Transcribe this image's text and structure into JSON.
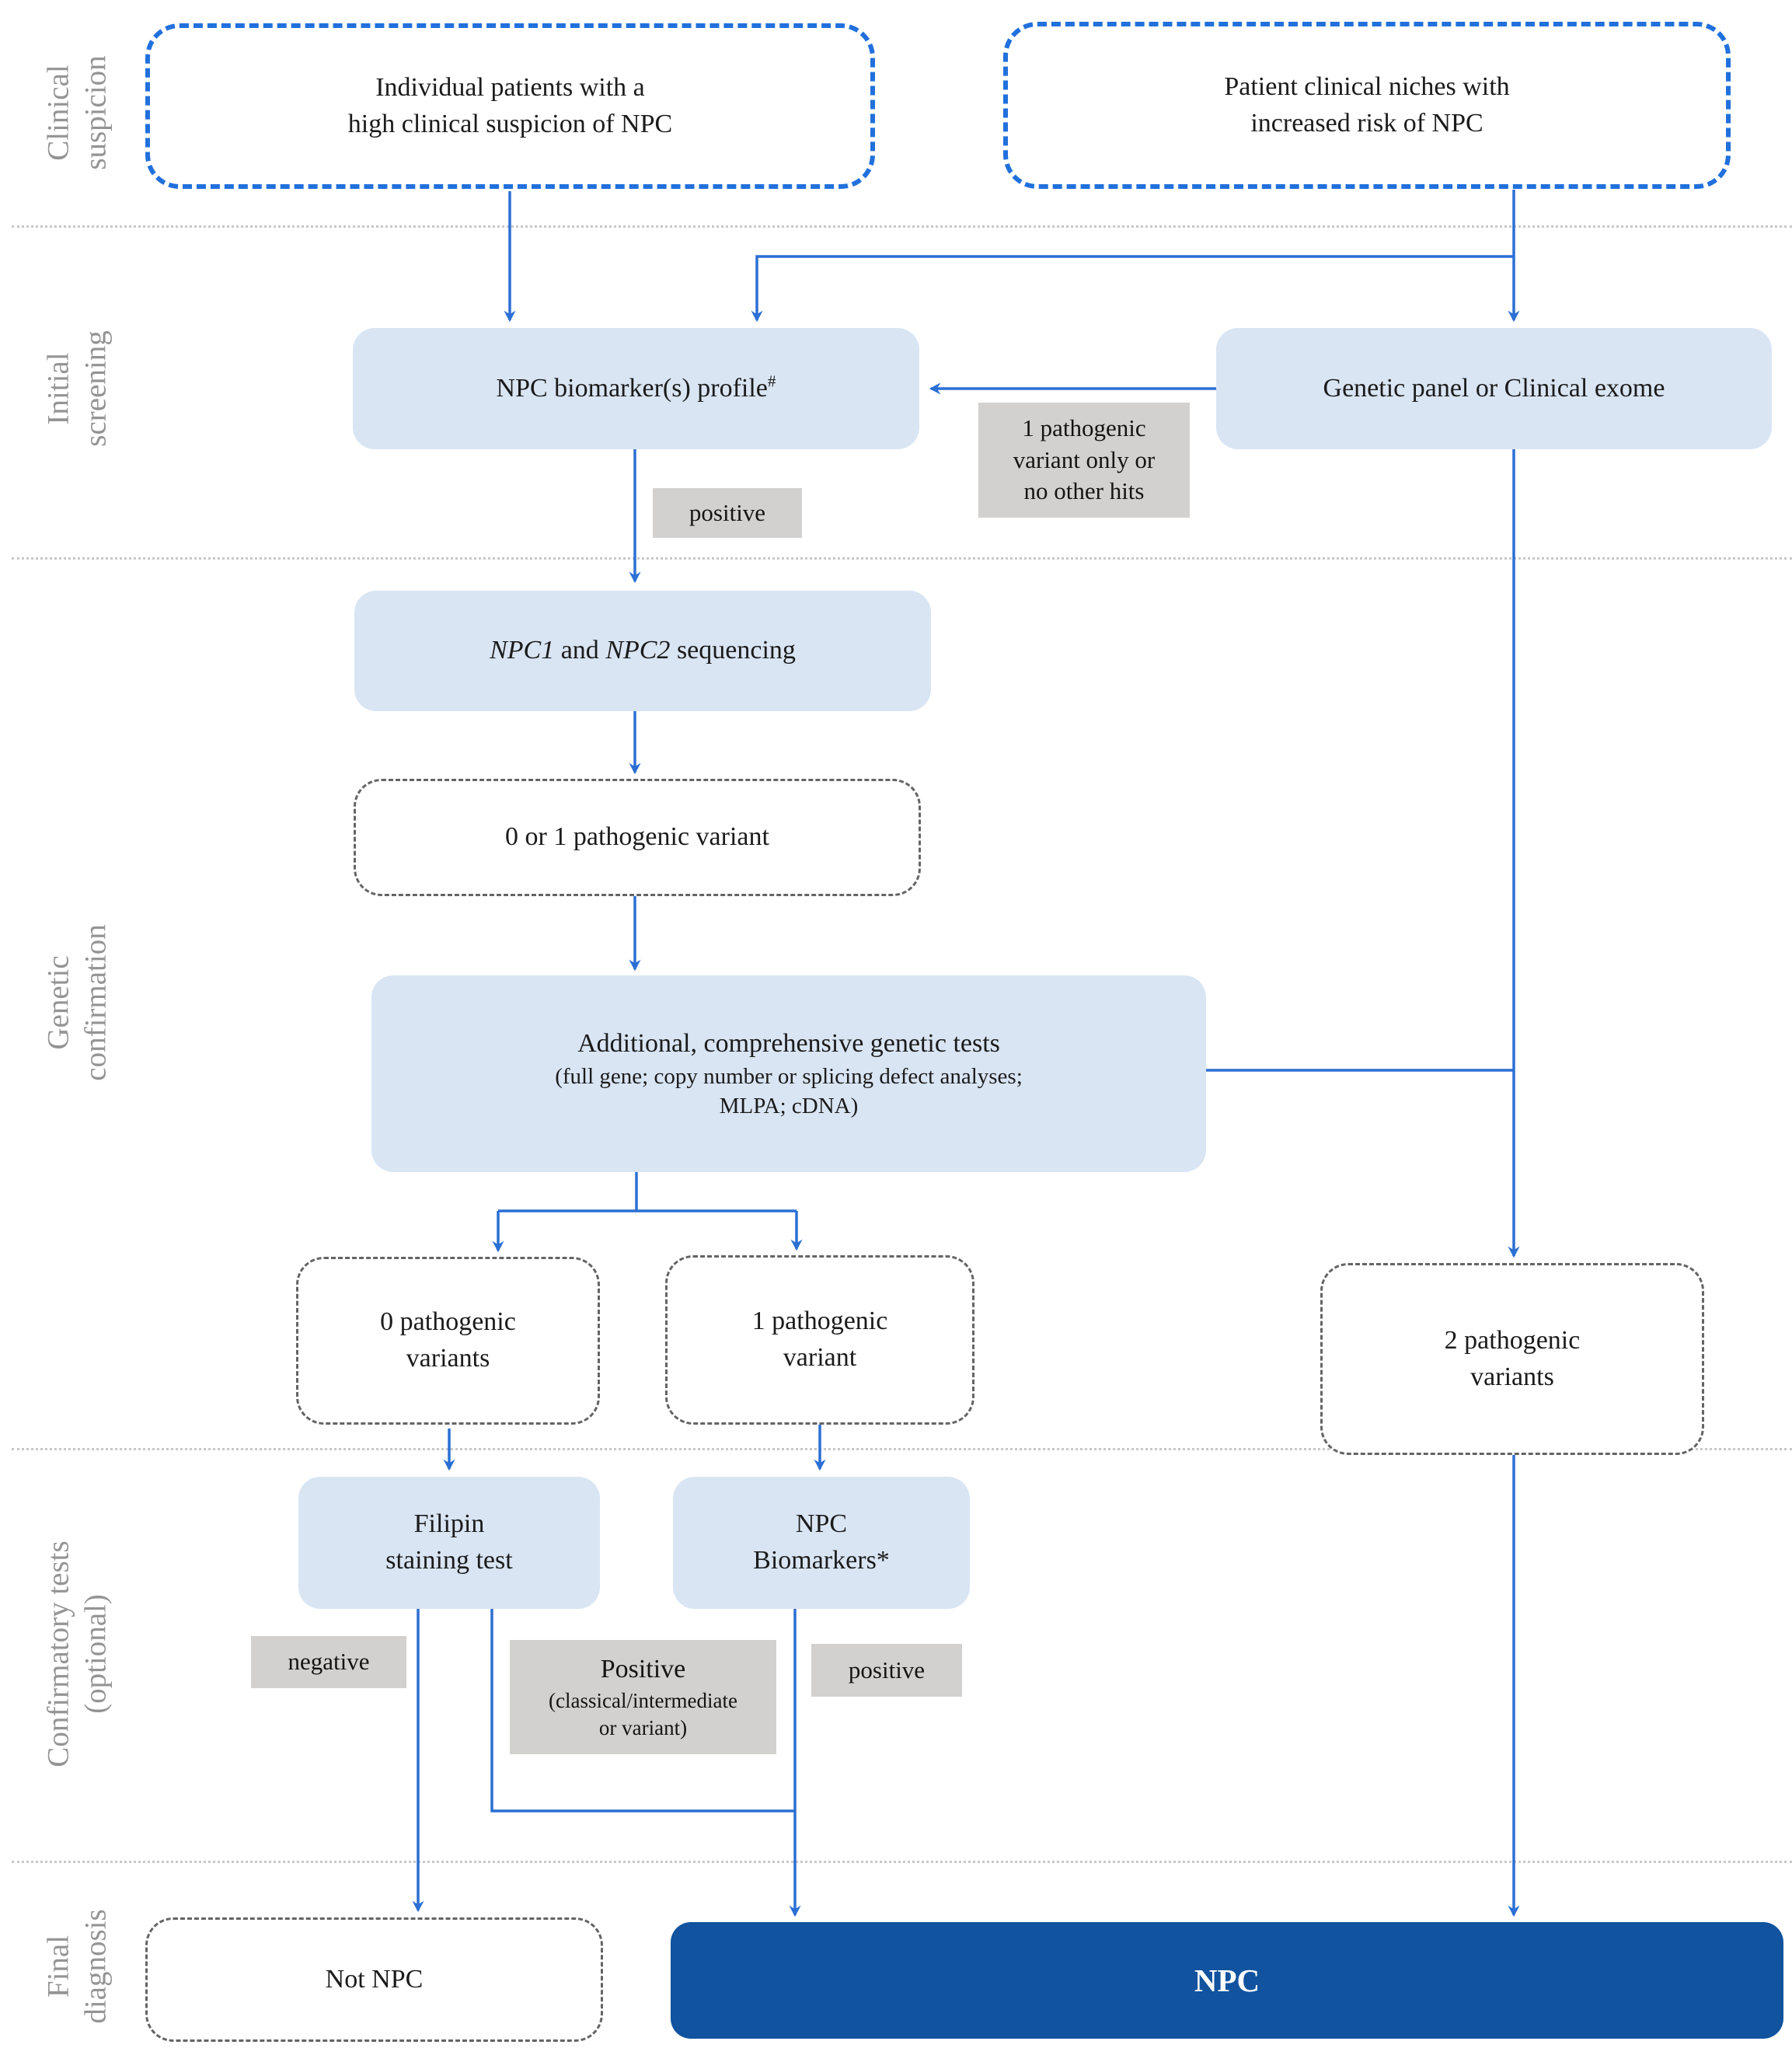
{
  "colors": {
    "light_blue_fill": "#d9e5f3",
    "dark_blue_fill": "#11539e",
    "blue_dashed_border": "#2170dc",
    "gray_dashed_border": "#646464",
    "gray_label_bg": "#d3d1d0",
    "arrow_blue": "#2b6fd4",
    "row_label_gray": "#949494"
  },
  "row_labels": [
    {
      "line1": "Clinical",
      "line2": "suspicion"
    },
    {
      "line1": "Initial",
      "line2": "screening"
    },
    {
      "line1": "Genetic",
      "line2": "confirmation"
    },
    {
      "line1": "Confirmatory tests",
      "line2": "(optional)"
    },
    {
      "line1": "Final",
      "line2": "diagnosis"
    }
  ],
  "nodes": {
    "individual_patients": {
      "line1": "Individual patients with a",
      "line2": "high clinical suspicion of NPC"
    },
    "clinical_niches": {
      "line1": "Patient clinical niches with",
      "line2": "increased risk of NPC"
    },
    "biomarker_profile": {
      "text": "NPC biomarker(s) profile",
      "superscript": "#"
    },
    "genetic_panel": {
      "text": "Genetic panel or Clinical exome"
    },
    "sequencing": {
      "gene1": "NPC1",
      "middle": " and ",
      "gene2": "NPC2",
      "rest": " sequencing"
    },
    "zero_or_one_variant": {
      "text": "0 or 1 pathogenic variant"
    },
    "additional_tests": {
      "title": "Additional, comprehensive genetic tests",
      "detail_line1": "(full gene; copy number or splicing defect analyses;",
      "detail_line2": "MLPA; cDNA)"
    },
    "zero_variants": {
      "line1": "0 pathogenic",
      "line2": "variants"
    },
    "one_variant": {
      "line1": "1 pathogenic",
      "line2": "variant"
    },
    "two_variants": {
      "line1": "2 pathogenic",
      "line2": "variants"
    },
    "filipin_test": {
      "line1": "Filipin",
      "line2": "staining test"
    },
    "npc_biomarkers": {
      "line1": "NPC",
      "line2": "Biomarkers*"
    },
    "not_npc": {
      "text": "Not NPC"
    },
    "npc": {
      "text": "NPC"
    }
  },
  "edge_labels": {
    "screening_positive": "positive",
    "panel_note": {
      "line1": "1 pathogenic",
      "line2": "variant only or",
      "line3": "no other hits"
    },
    "filipin_negative": "negative",
    "filipin_positive": {
      "line1": "Positive",
      "line2": "(classical/intermediate",
      "line3": "or variant)"
    },
    "biomarkers_positive": "positive"
  }
}
